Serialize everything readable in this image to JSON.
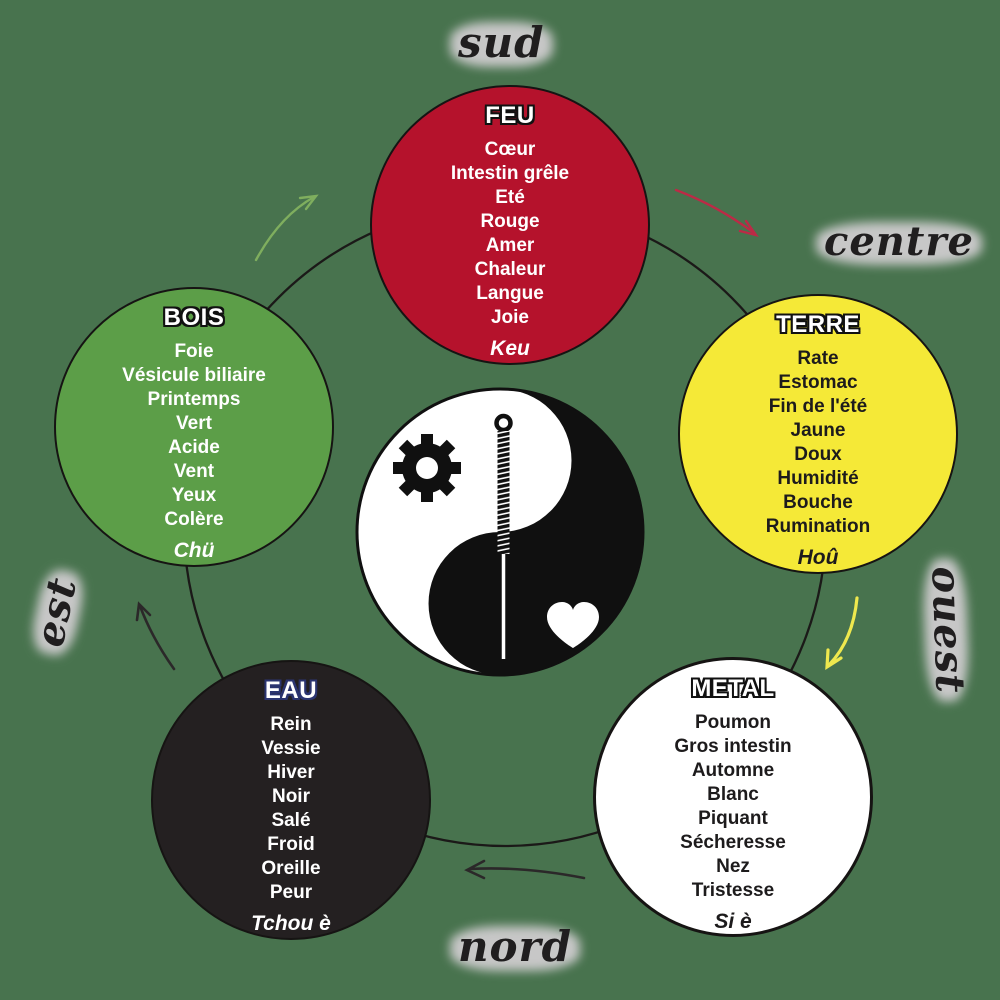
{
  "background_color": "#48734e",
  "directions": [
    {
      "id": "sud",
      "label": "sud"
    },
    {
      "id": "centre",
      "label": "centre"
    },
    {
      "id": "ouest",
      "label": "ouest"
    },
    {
      "id": "nord",
      "label": "nord"
    },
    {
      "id": "est",
      "label": "est"
    }
  ],
  "elements": [
    {
      "id": "feu",
      "title": "FEU",
      "color": "#b5122c",
      "text_color": "#ffffff",
      "phonetic": "Keu",
      "items": [
        "Cœur",
        "Intestin grêle",
        "Eté",
        "Rouge",
        "Amer",
        "Chaleur",
        "Langue",
        "Joie"
      ]
    },
    {
      "id": "terre",
      "title": "TERRE",
      "color": "#f5e937",
      "text_color": "#1d1b1c",
      "phonetic": "Hoû",
      "items": [
        "Rate",
        "Estomac",
        "Fin de l'été",
        "Jaune",
        "Doux",
        "Humidité",
        "Bouche",
        "Rumination"
      ]
    },
    {
      "id": "metal",
      "title": "METAL",
      "color": "#ffffff",
      "text_color": "#1d1b1c",
      "phonetic": "Si è",
      "items": [
        "Poumon",
        "Gros intestin",
        "Automne",
        "Blanc",
        "Piquant",
        "Sécheresse",
        "Nez",
        "Tristesse"
      ]
    },
    {
      "id": "eau",
      "title": "EAU",
      "color": "#242021",
      "text_color": "#ffffff",
      "phonetic": "Tchou è",
      "items": [
        "Rein",
        "Vessie",
        "Hiver",
        "Noir",
        "Salé",
        "Froid",
        "Oreille",
        "Peur"
      ]
    },
    {
      "id": "bois",
      "title": "BOIS",
      "color": "#5c9e48",
      "text_color": "#ffffff",
      "phonetic": "Chü",
      "items": [
        "Foie",
        "Vésicule biliaire",
        "Printemps",
        "Vert",
        "Acide",
        "Vent",
        "Yeux",
        "Colère"
      ]
    }
  ],
  "cycle_arrows": [
    {
      "name": "bois-to-feu",
      "color": "#7fae5e"
    },
    {
      "name": "feu-to-terre",
      "color": "#bc2a46"
    },
    {
      "name": "terre-to-metal",
      "color": "#efe84e"
    },
    {
      "name": "metal-to-eau",
      "color": "#2b2829"
    },
    {
      "name": "eau-to-bois",
      "color": "#2b2829"
    }
  ],
  "center": {
    "symbol_name": "yin-yang",
    "icon_names": [
      "gear-icon",
      "acupuncture-needle-icon",
      "heart-icon"
    ]
  }
}
